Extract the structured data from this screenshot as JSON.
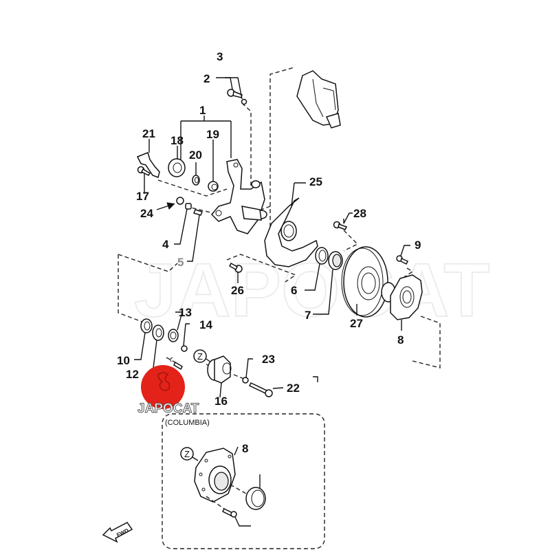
{
  "diagram": {
    "type": "exploded-parts-diagram",
    "subject": "front wheel hub / knuckle assembly",
    "watermark_text": "JAPOCAT",
    "brand_logo": {
      "text": "JAPOCAT",
      "color": "#e32219"
    },
    "variant_box_label": "(COLUMBIA)",
    "reference_marker": "Z",
    "direction_indicator": "FWD",
    "callouts": [
      {
        "id": "c1",
        "label": "1"
      },
      {
        "id": "c2",
        "label": "2"
      },
      {
        "id": "c3",
        "label": "3"
      },
      {
        "id": "c4",
        "label": "4"
      },
      {
        "id": "c5",
        "label": "5"
      },
      {
        "id": "c6",
        "label": "6"
      },
      {
        "id": "c7",
        "label": "7"
      },
      {
        "id": "c8",
        "label": "8"
      },
      {
        "id": "c9",
        "label": "9"
      },
      {
        "id": "c10",
        "label": "10"
      },
      {
        "id": "c12",
        "label": "12"
      },
      {
        "id": "c13",
        "label": "13"
      },
      {
        "id": "c14",
        "label": "14"
      },
      {
        "id": "c16",
        "label": "16"
      },
      {
        "id": "c17",
        "label": "17"
      },
      {
        "id": "c18",
        "label": "18"
      },
      {
        "id": "c19",
        "label": "19"
      },
      {
        "id": "c20",
        "label": "20"
      },
      {
        "id": "c21",
        "label": "21"
      },
      {
        "id": "c22",
        "label": "22"
      },
      {
        "id": "c23",
        "label": "23"
      },
      {
        "id": "c24",
        "label": "24"
      },
      {
        "id": "c25",
        "label": "25"
      },
      {
        "id": "c26",
        "label": "26"
      },
      {
        "id": "c27",
        "label": "27"
      },
      {
        "id": "c28",
        "label": "28"
      },
      {
        "id": "c8b",
        "label": "8"
      }
    ]
  }
}
